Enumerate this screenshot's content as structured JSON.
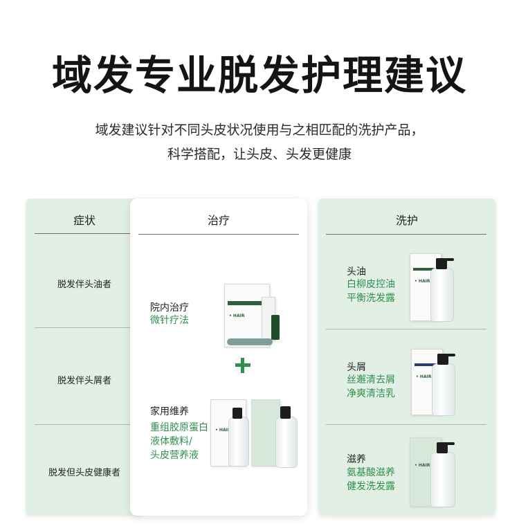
{
  "header": {
    "title": "域发专业脱发护理建议",
    "subtitle_line1": "域发建议针对不同头皮状况使用与之相匹配的洗护产品，",
    "subtitle_line2": "科学搭配，让头皮、头发更健康"
  },
  "columns": {
    "symptoms_header": "症状",
    "treatment_header": "治疗",
    "care_header": "洗护"
  },
  "symptoms": [
    "脱发伴头油者",
    "脱发伴头屑者",
    "脱发但头皮健康者"
  ],
  "treatment": {
    "clinic_label": "院内治疗",
    "clinic_method": "微针疗法",
    "home_label": "家用维养",
    "home_product_line1": "重组胶原蛋白",
    "home_product_line2": "液体敷料/",
    "home_product_line3": "头皮营养液"
  },
  "care": [
    {
      "type": "头油",
      "line1": "白柳皮控油",
      "line2": "平衡洗发露"
    },
    {
      "type": "头屑",
      "line1": "丝邂清去屑",
      "line2": "净爽清洁乳"
    },
    {
      "type": "滋养",
      "line1": "氨基酸滋养",
      "line2": "健发洗发露"
    }
  ],
  "colors": {
    "accent_green": "#2f8f4e",
    "panel_bg": "#e2efe5"
  },
  "icons": [
    "plus-icon"
  ]
}
